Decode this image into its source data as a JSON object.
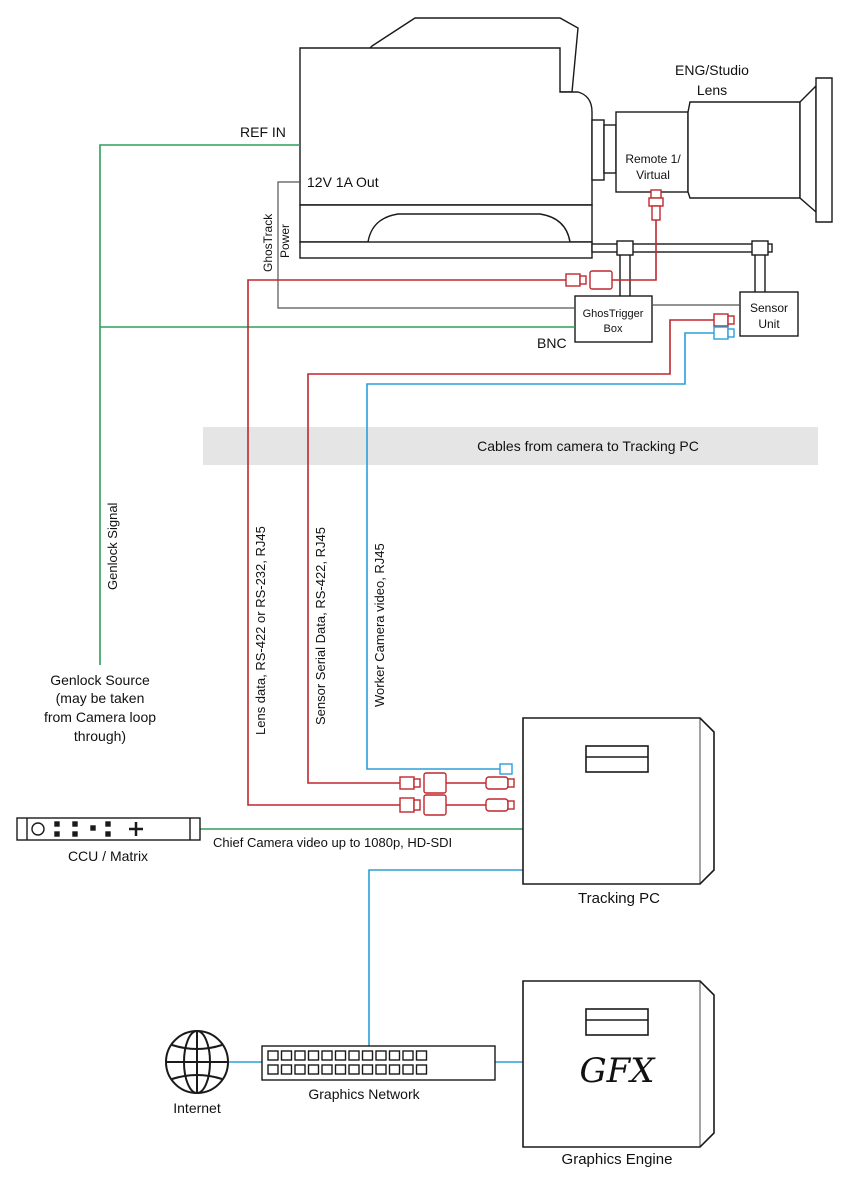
{
  "camera": {
    "ref_in": "REF IN",
    "power_out": "12V 1A Out",
    "ghostrack_power": [
      "GhosTrack",
      "Power"
    ]
  },
  "lens": {
    "title": [
      "ENG/Studio",
      "Lens"
    ],
    "remote": [
      "Remote 1/",
      "Virtual"
    ]
  },
  "ghostrigger_box": [
    "GhosTrigger",
    "Box"
  ],
  "sensor_unit": [
    "Sensor",
    "Unit"
  ],
  "bnc_label": "BNC",
  "banner": "Cables from camera to Tracking PC",
  "cables": {
    "genlock": "Genlock Signal",
    "lens_data": "Lens data, RS-422 or RS-232, RJ45",
    "sensor_data": "Sensor Serial Data, RS-422, RJ45",
    "worker_video": "Worker Camera video, RJ45",
    "chief_video": "Chief Camera video up to 1080p, HD-SDI"
  },
  "genlock_source": [
    "Genlock Source",
    "(may be taken",
    "from Camera loop",
    "through)"
  ],
  "ccu_label": "CCU / Matrix",
  "tracking_pc_label": "Tracking PC",
  "graphics_engine": {
    "logo": "GFX",
    "label": "Graphics Engine"
  },
  "network_label": "Graphics Network",
  "internet_label": "Internet",
  "colors": {
    "green": "#2e9e5b",
    "red": "#c0272d",
    "blue": "#2a9fd8",
    "black": "#1a1a1a",
    "gray_line": "#555555",
    "banner_bg": "#e5e5e5"
  }
}
